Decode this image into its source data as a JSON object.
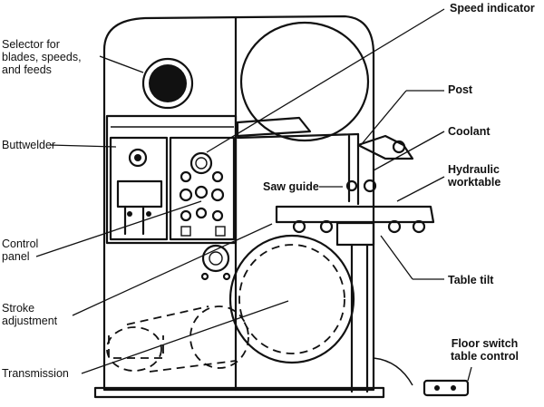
{
  "labels": {
    "speed_indicator": "Speed indicator",
    "selector_1": "Selector for",
    "selector_2": "blades, speeds,",
    "selector_3": "and feeds",
    "post": "Post",
    "coolant": "Coolant",
    "buttwelder": "Buttwelder",
    "hydraulic_1": "Hydraulic",
    "hydraulic_2": "worktable",
    "saw_guide": "Saw guide",
    "control_1": "Control",
    "control_2": "panel",
    "table_tilt": "Table tilt",
    "stroke_1": "Stroke",
    "stroke_2": "adjustment",
    "floor_1": "Floor switch",
    "floor_2": "table control",
    "transmission": "Transmission"
  },
  "colors": {
    "ink": "#111111",
    "paper": "#ffffff"
  }
}
